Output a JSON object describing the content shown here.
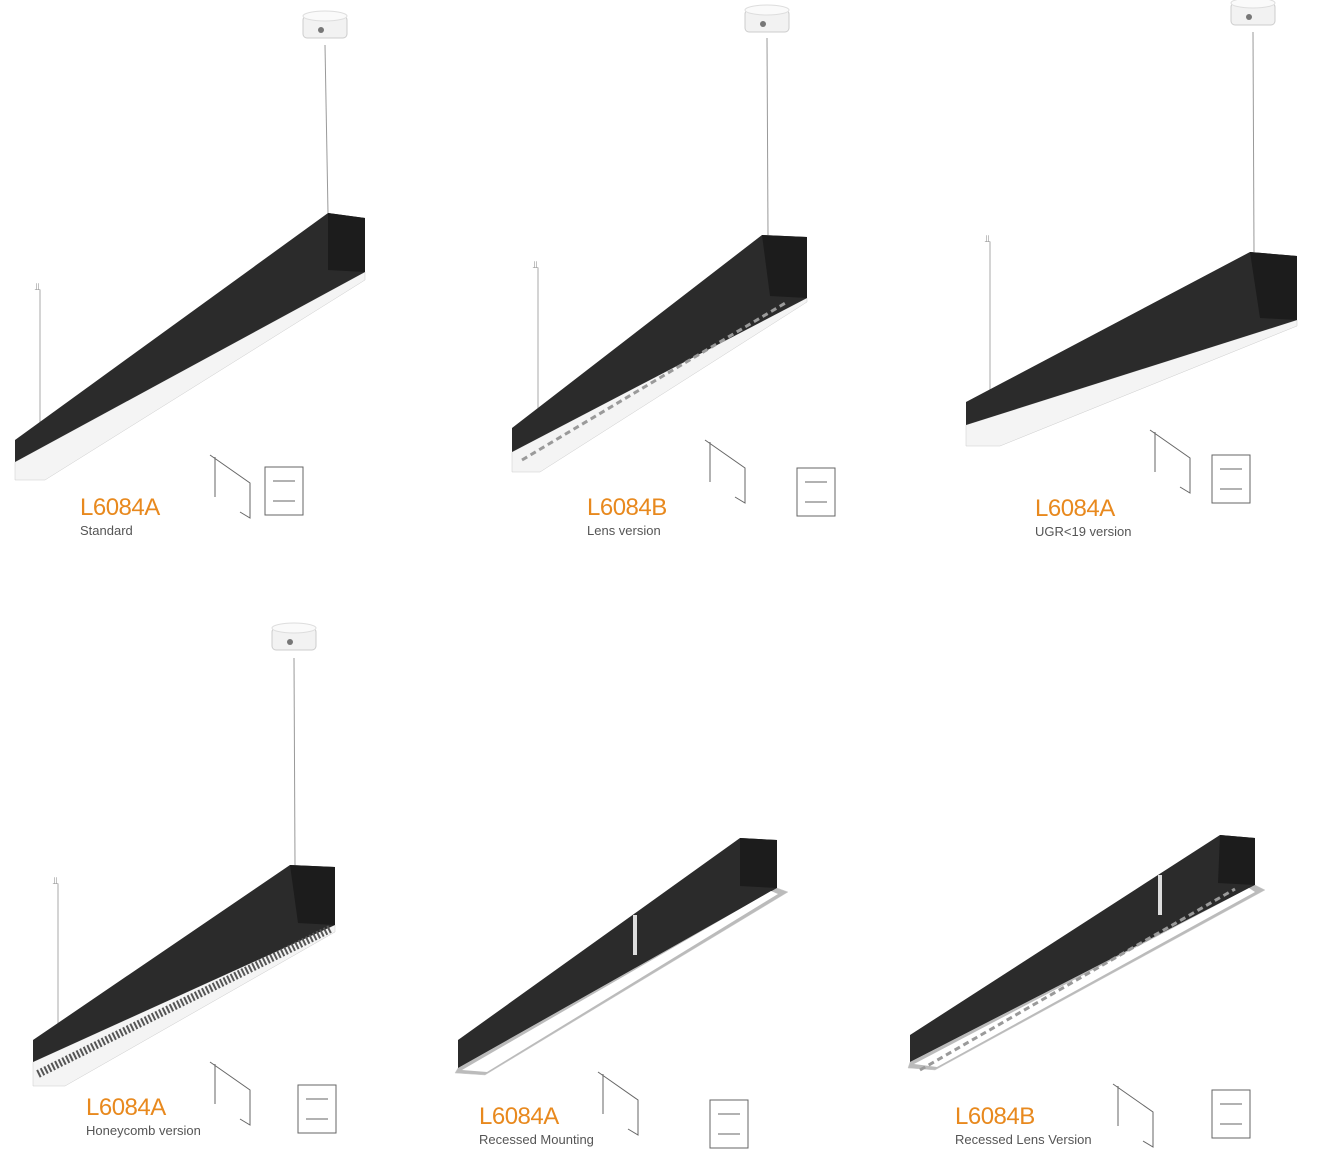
{
  "colors": {
    "accent": "#e8891e",
    "fixture_body": "#2b2b2b",
    "diffuser": "#f4f4f4",
    "subtitle": "#555555"
  },
  "products": [
    {
      "model": "L6084A",
      "variant": "Standard"
    },
    {
      "model": "L6084B",
      "variant": "Lens version"
    },
    {
      "model": "L6084A",
      "variant": "UGR<19 version"
    },
    {
      "model": "L6084A",
      "variant": "Honeycomb version"
    },
    {
      "model": "L6084A",
      "variant": "Recessed Mounting"
    },
    {
      "model": "L6084B",
      "variant": "Recessed Lens Version"
    }
  ]
}
